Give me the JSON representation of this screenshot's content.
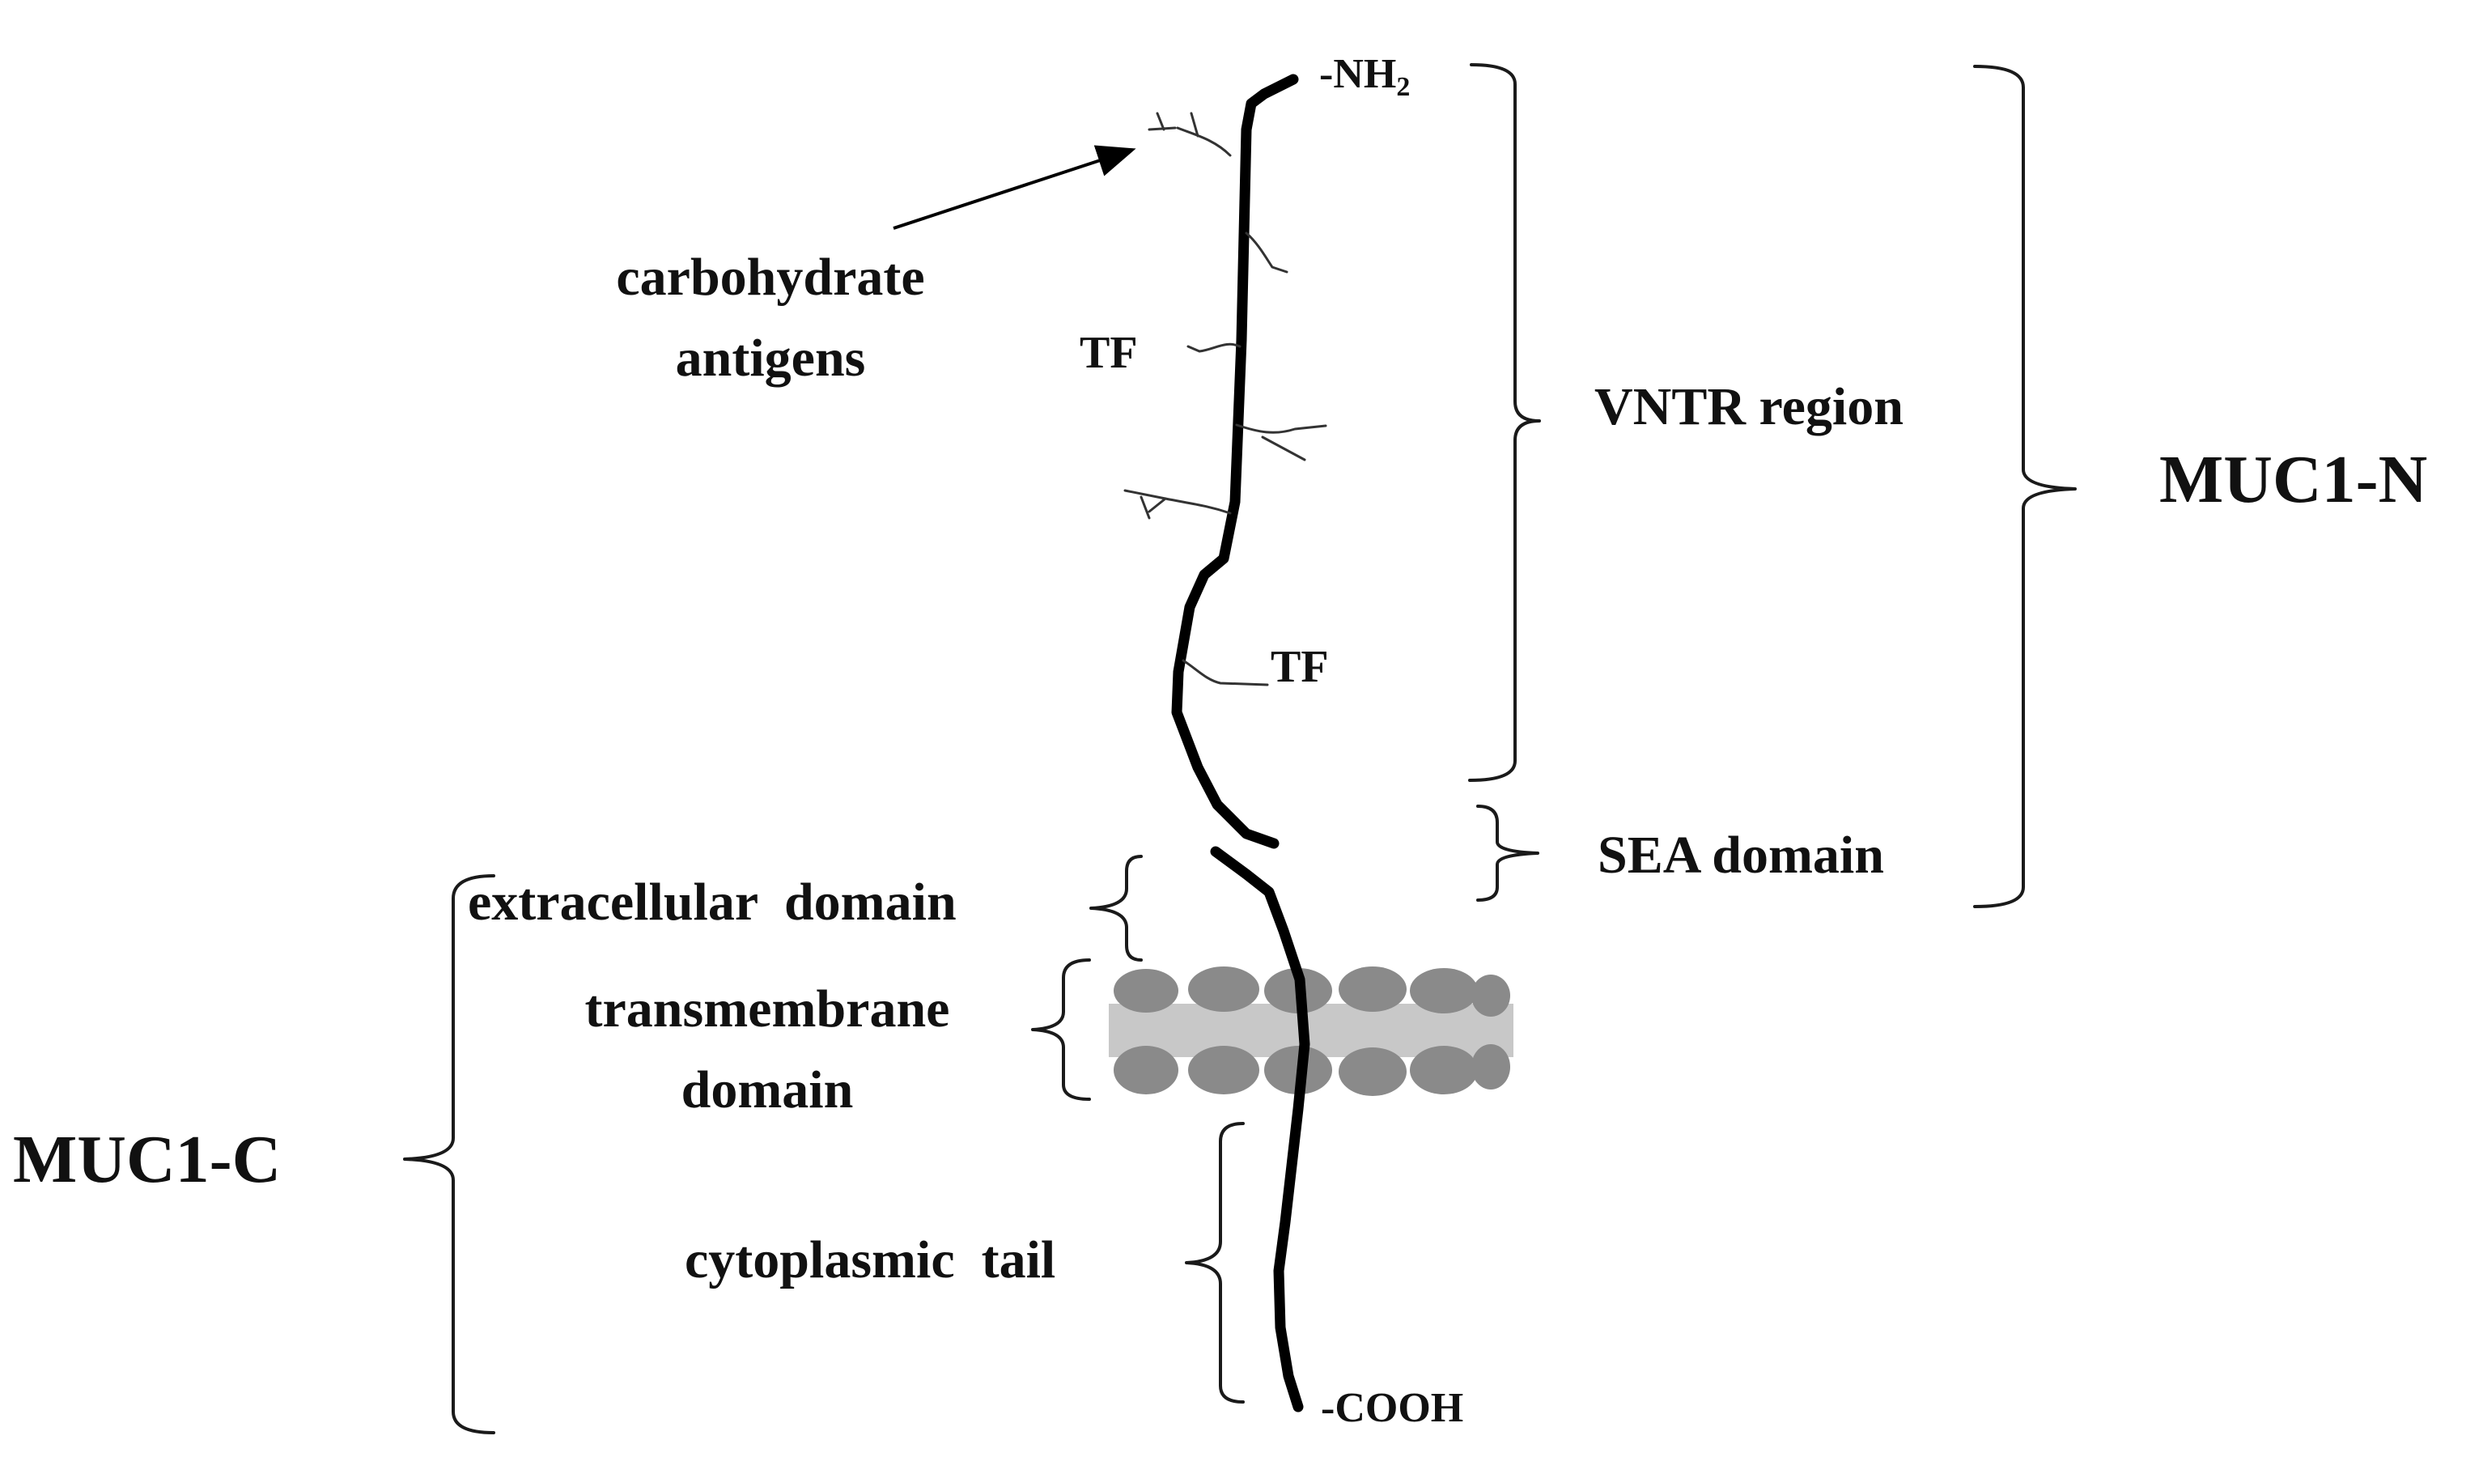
{
  "colors": {
    "chain": "#000000",
    "text": "#111111",
    "bracket": "#1a1a1a",
    "membrane_band": "#c8c8c8",
    "lipid_heads": "#8a8a8a",
    "background": "#ffffff"
  },
  "termini": {
    "n_terminus": "-NH",
    "n_terminus_subscript": "2",
    "c_terminus": "-COOH"
  },
  "glycans": {
    "label_line1": "carbohydrate",
    "label_line2": "antigens",
    "tf_label_top": "TF",
    "tf_label_bottom": "TF"
  },
  "mucin_n": {
    "label": "MUC1-N",
    "vntr_label": "VNTR region",
    "sea_label": "SEA domain"
  },
  "mucin_c": {
    "label": "MUC1-C",
    "extracellular_label": "extracellular  domain",
    "transmembrane_line1": "transmembrane",
    "transmembrane_line2": "domain",
    "cytoplasmic_label": "cytoplasmic  tail"
  }
}
